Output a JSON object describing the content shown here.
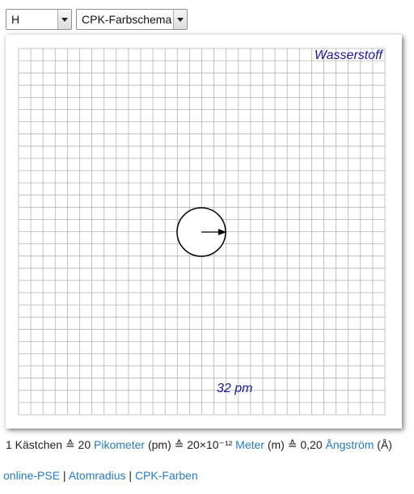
{
  "controls": {
    "element_select": {
      "value": "H"
    },
    "scheme_select": {
      "value": "CPK-Farbschema"
    }
  },
  "viewer": {
    "element_name": "Wasserstoff",
    "radius_label": "32 pm",
    "atom_fill": "#ffffff",
    "atom_stroke": "#000000",
    "grid_color": "#b4b4b4"
  },
  "scale": {
    "prefix": "1 Kästchen ≙ 20 ",
    "pm_link": "Pikometer",
    "pm_unit": " (pm) ≙ 20×10⁻¹² ",
    "m_link": "Meter",
    "m_unit": " (m) ≙ 0,20 ",
    "a_link": "Ångström",
    "a_unit": " (Å)"
  },
  "footer": {
    "link1": "online-PSE",
    "sep1": " | ",
    "link2": "Atomradius",
    "sep2": " | ",
    "link3": "CPK-Farben"
  }
}
